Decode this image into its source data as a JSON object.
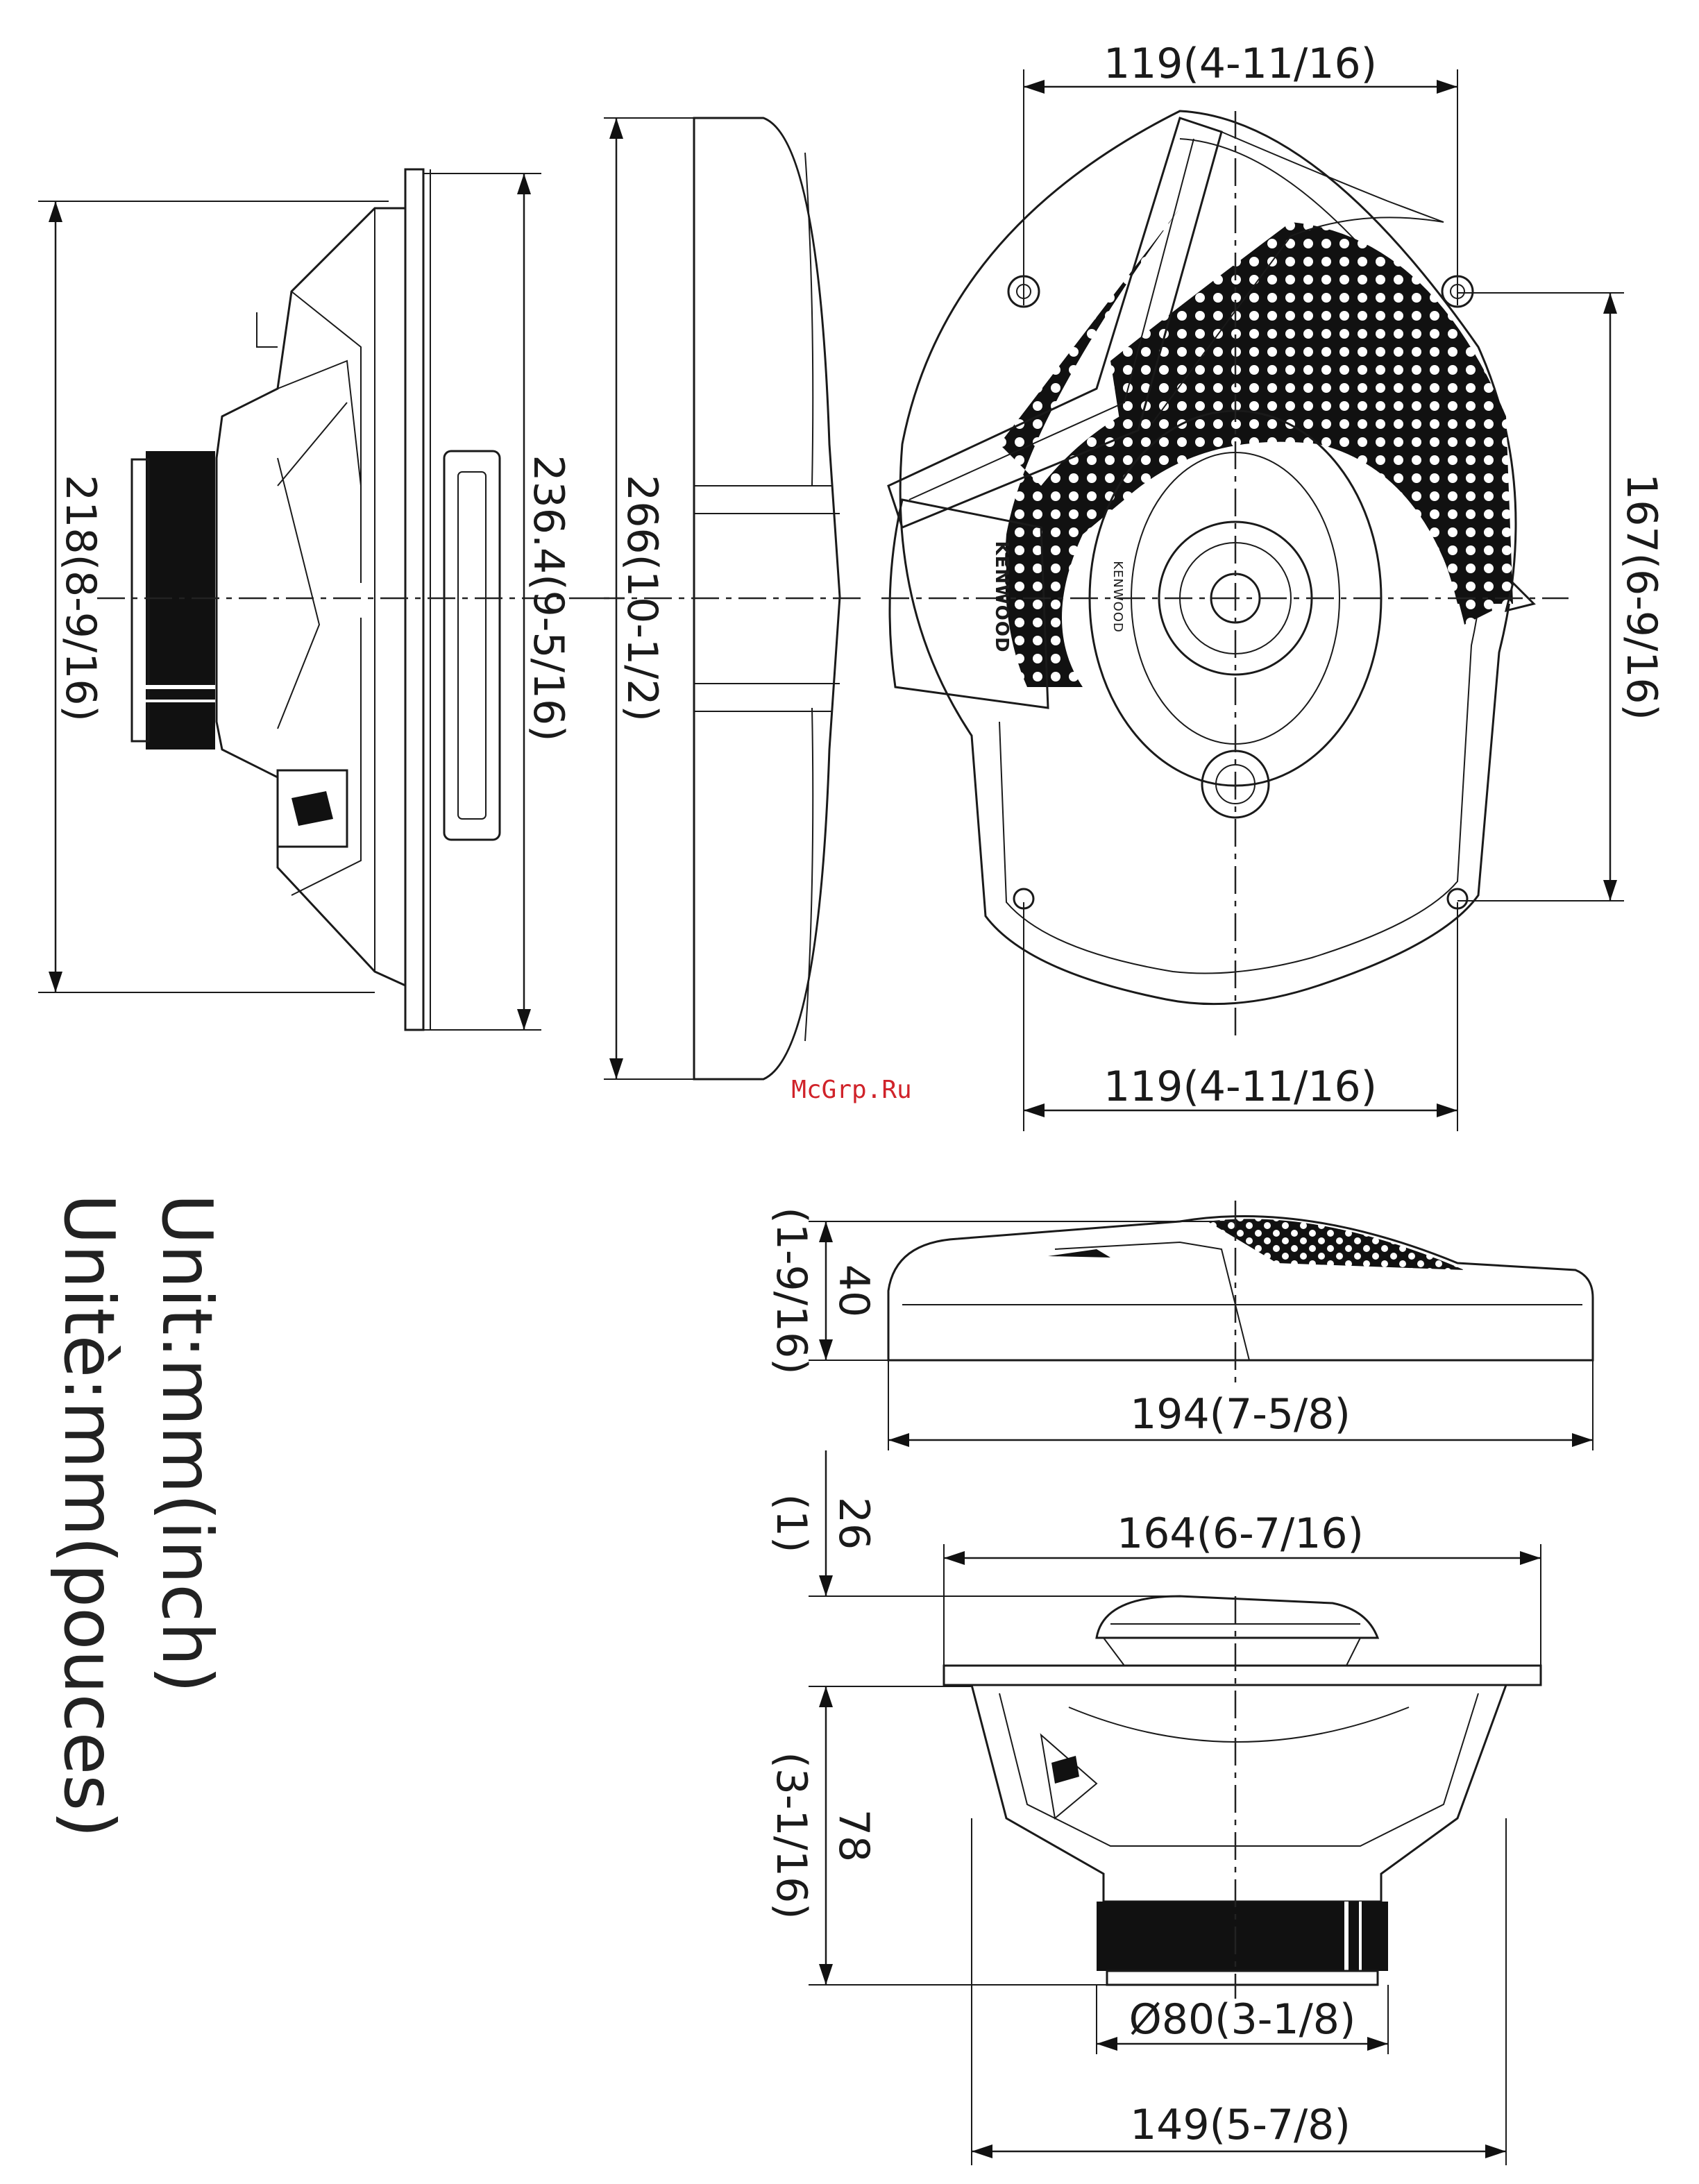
{
  "brand": "KENWOOD",
  "watermark": "McGrp.Ru",
  "units": {
    "english": "Unit:mm(inch)",
    "french": "Unitè:mm(pouces)"
  },
  "dimensions": {
    "side_overall_height": "218(8-9/16)",
    "side_frame_height": "236.4(9-5/16)",
    "grille_height": "266(10-1/2)",
    "front_top_width": "119(4-11/16)",
    "front_bottom_width": "119(4-11/16)",
    "mounting_hole_span": "167(6-9/16)",
    "top_overall_width": "194(7-5/8)",
    "top_height_mm": "40",
    "top_height_in": "(1-9/16)",
    "bottom_frame_width": "164(6-7/16)",
    "tweeter_protrusion_mm": "26",
    "tweeter_protrusion_in": "(1)",
    "mounting_depth_mm": "78",
    "mounting_depth_in": "(3-1/16)",
    "magnet_diameter": "Ø80(3-1/8)",
    "basket_width": "149(5-7/8)"
  }
}
